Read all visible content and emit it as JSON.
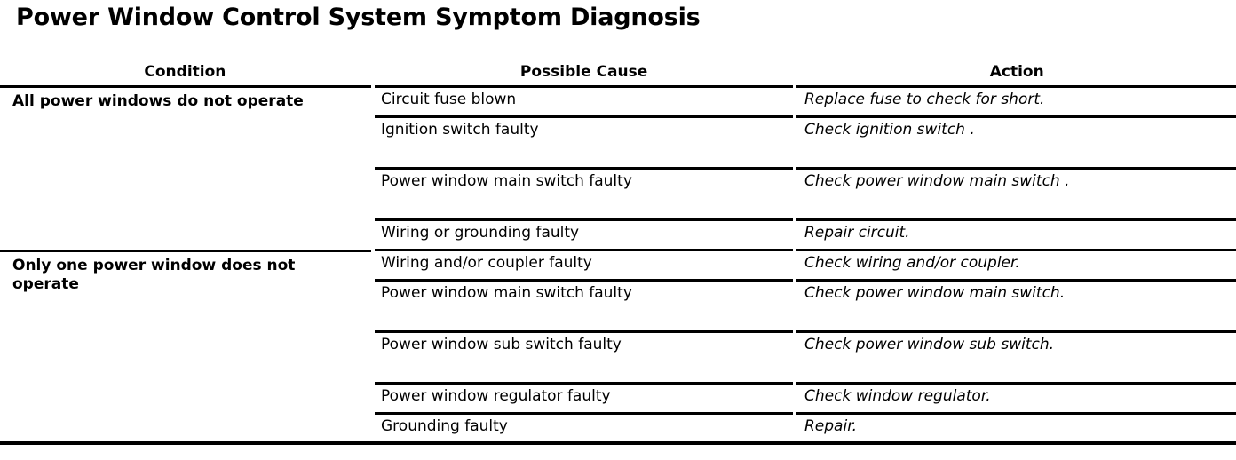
{
  "document": {
    "title": "Power Window Control System Symptom Diagnosis"
  },
  "table": {
    "headers": {
      "condition": "Condition",
      "possible_cause": "Possible Cause",
      "action": "Action"
    },
    "groups": [
      {
        "condition": "All power windows do not operate",
        "rows": [
          {
            "cause": "Circuit fuse blown",
            "action": "Replace fuse to check for short."
          },
          {
            "cause": "Ignition switch faulty",
            "action": "Check ignition switch ."
          },
          {
            "cause": "Power window main switch faulty",
            "action": "Check power window main switch ."
          },
          {
            "cause": "Wiring or grounding faulty",
            "action": "Repair circuit."
          }
        ]
      },
      {
        "condition": "Only one power window does not operate",
        "rows": [
          {
            "cause": "Wiring and/or coupler faulty",
            "action": "Check wiring and/or coupler."
          },
          {
            "cause": "Power window main switch faulty",
            "action": "Check power window main switch."
          },
          {
            "cause": "Power window sub switch faulty",
            "action": "Check power window sub switch."
          },
          {
            "cause": "Power window regulator faulty",
            "action": "Check window regulator."
          },
          {
            "cause": "Grounding faulty",
            "action": "Repair."
          }
        ]
      }
    ]
  }
}
